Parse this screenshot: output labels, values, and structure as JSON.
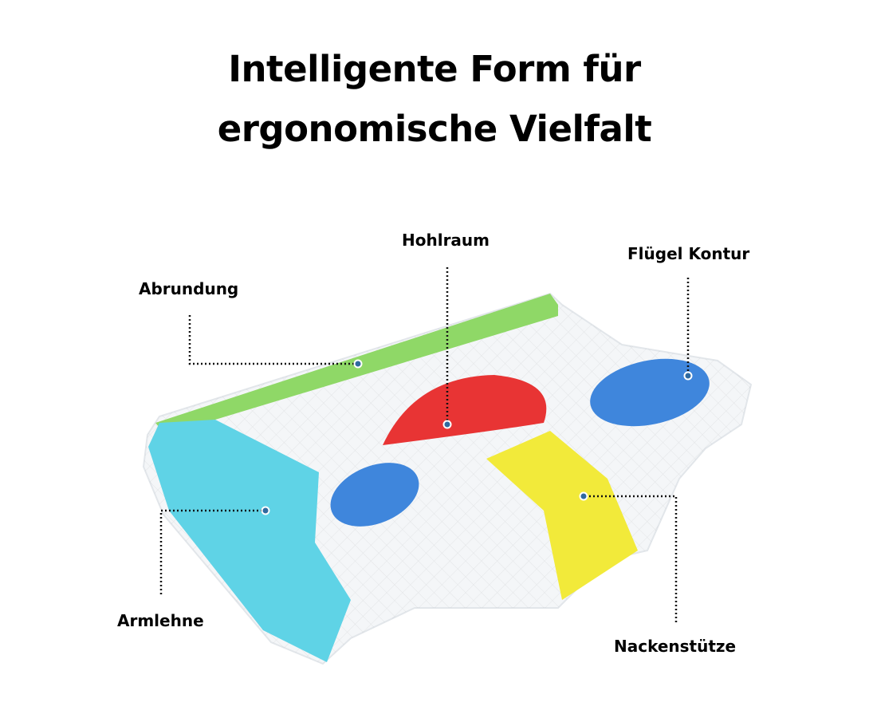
{
  "title": {
    "line1": "Intelligente Form für",
    "line2": "ergonomische Vielfalt"
  },
  "labels": {
    "abrundung": "Abrundung",
    "hohlraum": "Hohlraum",
    "fluegel_kontur": "Flügel Kontur",
    "armlehne": "Armlehne",
    "nackenstuetze": "Nackenstütze"
  },
  "colors": {
    "green": "#8fd867",
    "cyan": "#5fd3e6",
    "red": "#e83434",
    "yellow": "#f2ea3a",
    "blue": "#3f86dc",
    "leader": "#111111",
    "dot": "#2f6aa0"
  }
}
